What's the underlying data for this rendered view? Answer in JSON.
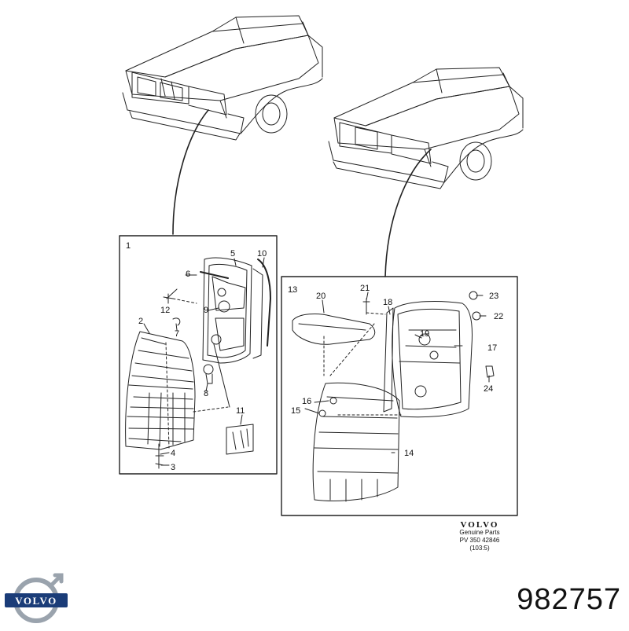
{
  "diagram": {
    "callouts": [
      "1",
      "2",
      "3",
      "4",
      "5",
      "6",
      "7",
      "8",
      "9",
      "10",
      "11",
      "12",
      "13",
      "14",
      "15",
      "16",
      "17",
      "18",
      "19",
      "20",
      "21",
      "22",
      "23",
      "24"
    ],
    "reference": {
      "brand": "VOLVO",
      "line1": "Genuine Parts",
      "line2": "PV 350  42846",
      "line3": "(103:5)"
    },
    "logo_text": "VOLVO",
    "part_number": "982757"
  },
  "colors": {
    "ink": "#111111",
    "logo_blue": "#1a3c78",
    "logo_silver": "#9aa3ad"
  }
}
